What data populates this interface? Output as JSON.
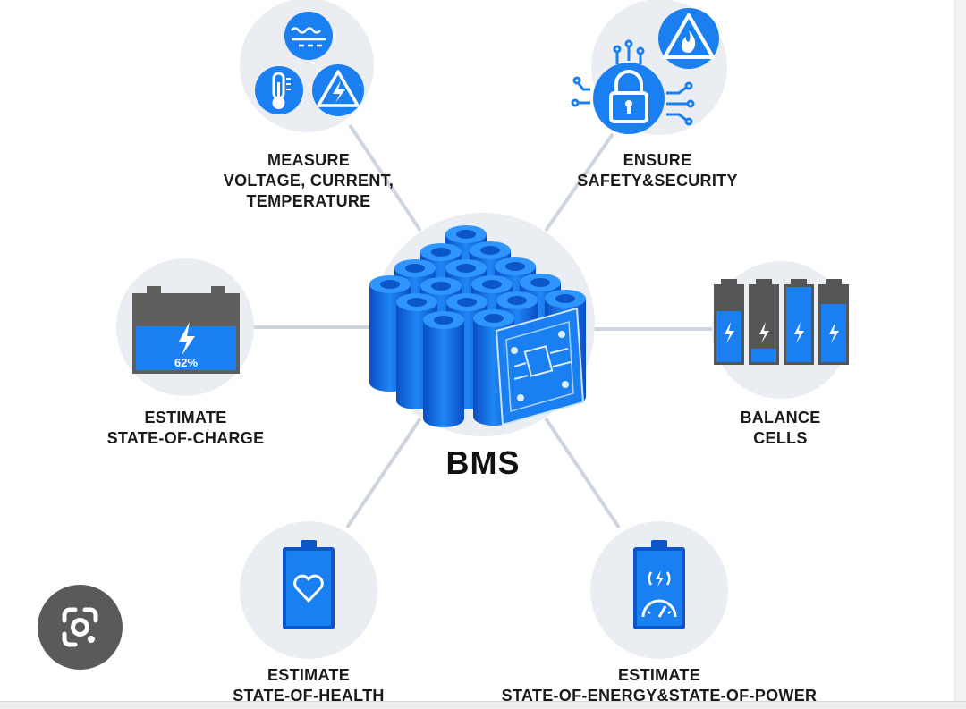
{
  "center": {
    "label": "BMS"
  },
  "nodes": {
    "measure": {
      "lines": [
        "MEASURE",
        "VOLTAGE, CURRENT,",
        "TEMPERATURE"
      ]
    },
    "safety": {
      "lines": [
        "ENSURE",
        "SAFETY&SECURITY"
      ]
    },
    "soc": {
      "lines": [
        "ESTIMATE",
        "STATE-OF-CHARGE"
      ],
      "battery_percent_text": "62%"
    },
    "balance": {
      "lines": [
        "BALANCE",
        "CELLS"
      ]
    },
    "soh": {
      "lines": [
        "ESTIMATE",
        "STATE-OF-HEALTH"
      ]
    },
    "soe": {
      "lines": [
        "ESTIMATE",
        "STATE-OF-ENERGY&STATE-OF-POWER"
      ]
    }
  },
  "colors": {
    "accent": "#1a7ff0",
    "dark_blue": "#0b57c9",
    "circle_bg": "#eaedf2",
    "line": "#cdd3dc",
    "gray": "#616161"
  },
  "overlay": {
    "icon": "google-lens-icon"
  }
}
